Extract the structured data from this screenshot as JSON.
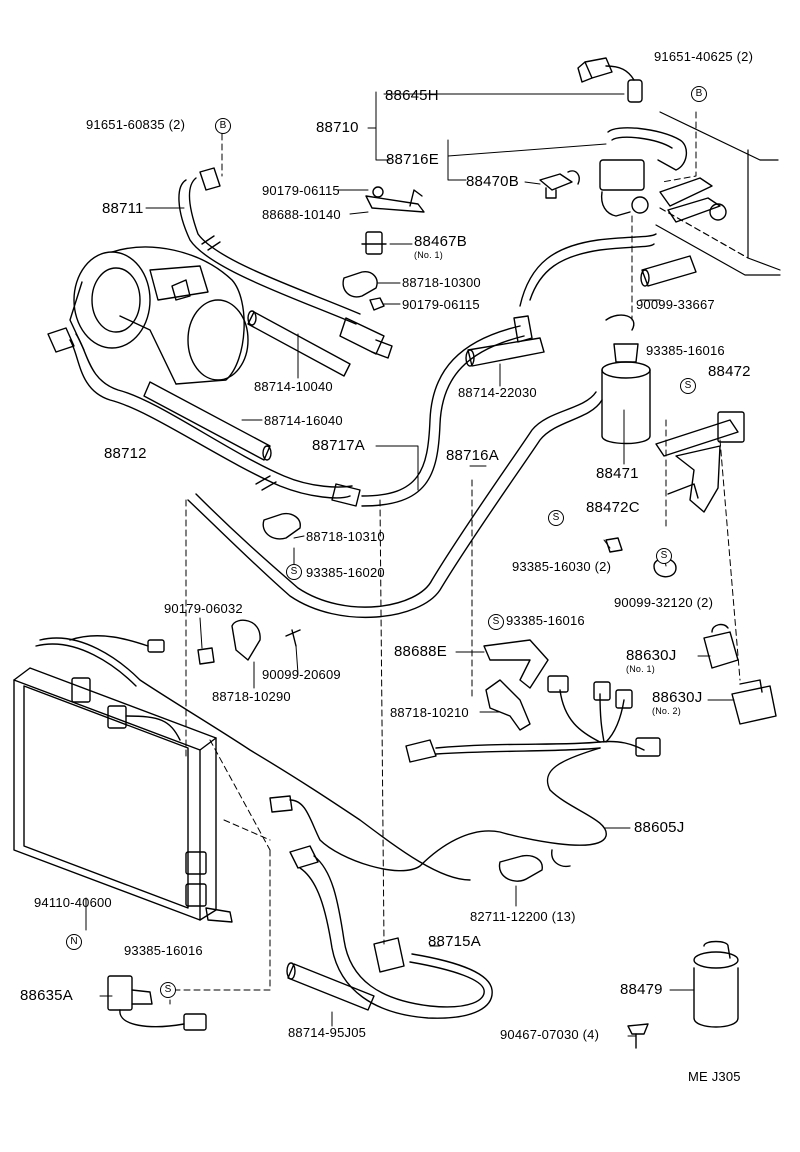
{
  "parts": {
    "p91651_40625": "91651-40625 (2)",
    "p88645H": "88645H",
    "p88710": "88710",
    "p88716E": "88716E",
    "p88470B": "88470B",
    "p91651_60835": "91651-60835 (2)",
    "p88711": "88711",
    "p90179_06115a": "90179-06115",
    "p88688_10140": "88688-10140",
    "p88467B": "88467B",
    "p88467B_note": "(No. 1)",
    "p88718_10300": "88718-10300",
    "p90179_06115b": "90179-06115",
    "p90099_33667": "90099-33667",
    "p88714_10040": "88714-10040",
    "p88714_22030": "88714-22030",
    "p93385_16016a": "93385-16016",
    "p88472": "88472",
    "p88714_16040": "88714-16040",
    "p88712": "88712",
    "p88717A": "88717A",
    "p88716A": "88716A",
    "p88471": "88471",
    "p88472C": "88472C",
    "p88718_10310": "88718-10310",
    "p93385_16020": "93385-16020",
    "p93385_16030": "93385-16030 (2)",
    "p90099_32120": "90099-32120 (2)",
    "p90179_06032": "90179-06032",
    "p93385_16016b": "93385-16016",
    "p88688E": "88688E",
    "p88630J_1": "88630J",
    "p88630J_1_note": "(No. 1)",
    "p90099_20609": "90099-20609",
    "p88718_10290": "88718-10290",
    "p88630J_2": "88630J",
    "p88630J_2_note": "(No. 2)",
    "p88718_10210": "88718-10210",
    "p88605J": "88605J",
    "p82711_12200": "82711-12200 (13)",
    "p94110_40600": "94110-40600",
    "p88715A": "88715A",
    "p93385_16016c": "93385-16016",
    "p88635A": "88635A",
    "p88479": "88479",
    "p88714_95J05": "88714-95J05",
    "p90467_07030": "90467-07030 (4)",
    "code": "ME  J305"
  },
  "symbols": {
    "b": "B",
    "s": "S",
    "n": "N"
  }
}
